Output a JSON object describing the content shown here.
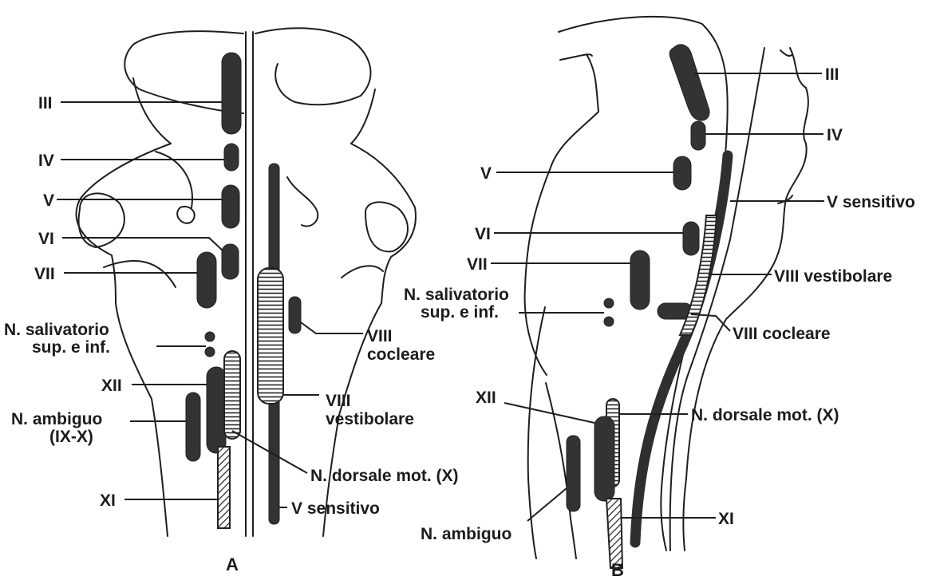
{
  "panel_a": {
    "caption": "A",
    "labels": {
      "iii": "III",
      "iv": "IV",
      "v": "V",
      "vi": "VI",
      "vii": "VII",
      "salivatorio_1": "N. salivatorio",
      "salivatorio_2": "sup. e inf.",
      "xii": "XII",
      "ambiguo_1": "N. ambiguo",
      "ambiguo_2": "(IX-X)",
      "xi": "XI",
      "viii_cocleare_1": "VIII",
      "viii_cocleare_2": "cocleare",
      "viii_vestibolare_1": "VIII",
      "viii_vestibolare_2": "vestibolare",
      "dorsale_mot": "N. dorsale mot. (X)",
      "v_sensitivo": "V sensitivo"
    }
  },
  "panel_b": {
    "caption": "B",
    "labels": {
      "iii": "III",
      "iv": "IV",
      "v": "V",
      "v_sensitivo": "V sensitivo",
      "vi": "VI",
      "vii": "VII",
      "viii_vestibolare": "VIII vestibolare",
      "salivatorio_1": "N. salivatorio",
      "salivatorio_2": "sup. e inf.",
      "viii_cocleare": "VIII cocleare",
      "xii": "XII",
      "dorsale_mot": "N. dorsale mot. (X)",
      "ambiguo": "N. ambiguo",
      "xi": "XI"
    }
  }
}
